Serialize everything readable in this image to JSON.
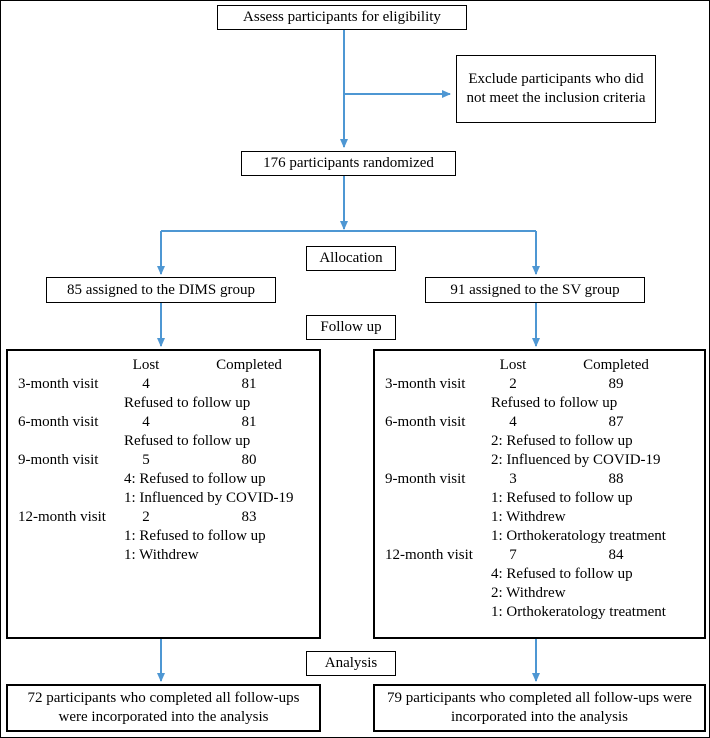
{
  "colors": {
    "arrow": "#4e97d3",
    "border": "#000000",
    "background": "#ffffff"
  },
  "flow": {
    "eligibility": "Assess participants for eligibility",
    "exclude": "Exclude participants who did not meet the inclusion criteria",
    "randomized": "176 participants randomized",
    "allocation_label": "Allocation",
    "dims_assigned": "85 assigned to the DIMS group",
    "sv_assigned": "91 assigned to the SV group",
    "followup_label": "Follow up",
    "analysis_label": "Analysis",
    "dims_analysis": "72 participants who completed all follow-ups were incorporated into the analysis",
    "sv_analysis": "79 participants who completed all follow-ups were incorporated into the analysis"
  },
  "followup": {
    "headers": {
      "lost": "Lost",
      "completed": "Completed"
    },
    "dims": {
      "rows": [
        {
          "visit": "3-month visit",
          "lost": "4",
          "completed": "81",
          "notes": [
            "Refused to follow up"
          ]
        },
        {
          "visit": "6-month visit",
          "lost": "4",
          "completed": "81",
          "notes": [
            "Refused to follow up"
          ]
        },
        {
          "visit": "9-month visit",
          "lost": "5",
          "completed": "80",
          "notes": [
            "4: Refused to follow up",
            "1: Influenced by COVID-19"
          ]
        },
        {
          "visit": "12-month visit",
          "lost": "2",
          "completed": "83",
          "notes": [
            "1: Refused to follow up",
            "1: Withdrew"
          ]
        }
      ]
    },
    "sv": {
      "rows": [
        {
          "visit": "3-month visit",
          "lost": "2",
          "completed": "89",
          "notes": [
            "Refused to follow up"
          ]
        },
        {
          "visit": "6-month visit",
          "lost": "4",
          "completed": "87",
          "notes": [
            "2: Refused to follow up",
            "2: Influenced by COVID-19"
          ]
        },
        {
          "visit": "9-month visit",
          "lost": "3",
          "completed": "88",
          "notes": [
            "1: Refused to follow up",
            "1: Withdrew",
            "1: Orthokeratology treatment"
          ]
        },
        {
          "visit": "12-month visit",
          "lost": "7",
          "completed": "84",
          "notes": [
            "4: Refused to follow up",
            "2: Withdrew",
            "1: Orthokeratology treatment"
          ]
        }
      ]
    }
  }
}
